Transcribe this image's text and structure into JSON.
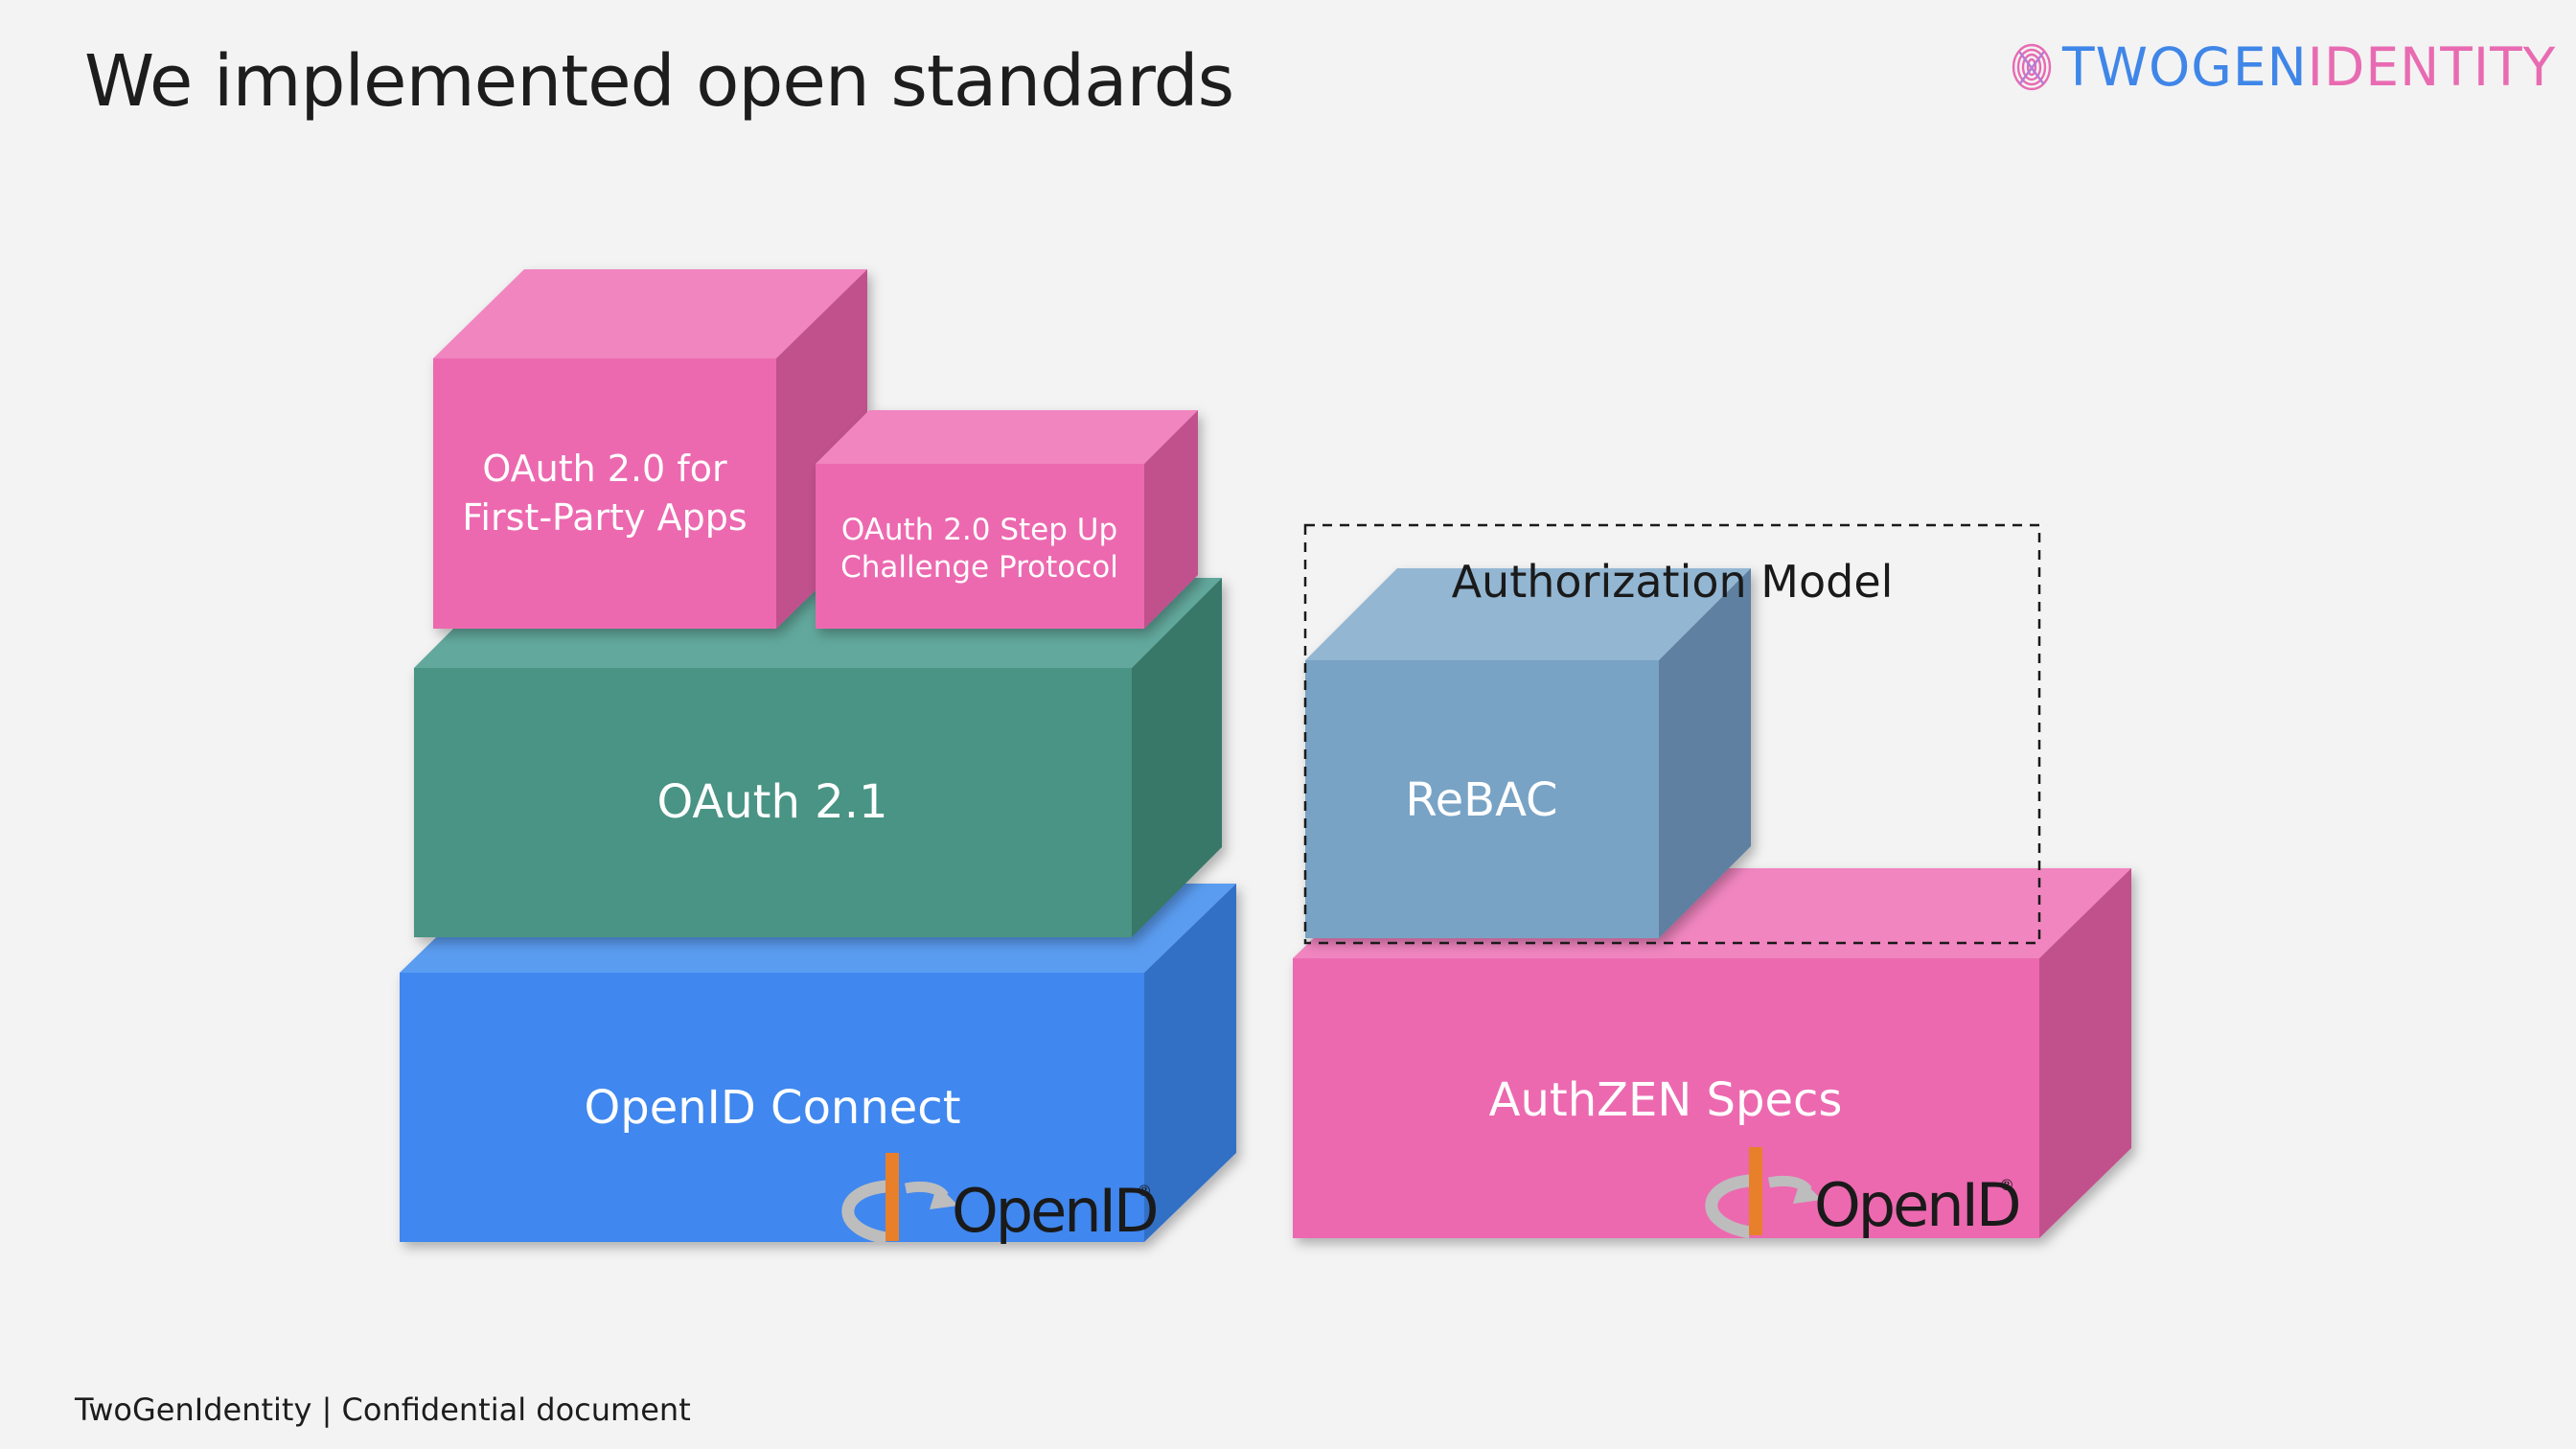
{
  "slide": {
    "title": "We implemented open standards",
    "footer": "TwoGenIdentity | Confidential document"
  },
  "brand": {
    "part1": "TWOGEN",
    "part2": "IDENTITY",
    "icon": "fingerprint-icon",
    "colors": {
      "blue": "#3f86e8",
      "pink": "#e86bb2"
    }
  },
  "blocks": {
    "openid_connect": "OpenID Connect",
    "oauth21": "OAuth 2.1",
    "first_party_line1": "OAuth 2.0 for",
    "first_party_line2": "First-Party Apps",
    "step_up_line1": "OAuth 2.0 Step Up",
    "step_up_line2": "Challenge Protocol",
    "authzen": "AuthZEN Specs",
    "rebac": "ReBAC"
  },
  "group": {
    "label": "Authorization Model"
  },
  "logos": {
    "openid_text": "OpenID",
    "openid_mark": "®"
  },
  "colors": {
    "blue": "#3f86e8",
    "green": "#4a9484",
    "pink": "#ec69b0",
    "steel_blue": "#78a3c5",
    "openid_orange": "#e87f2a"
  }
}
